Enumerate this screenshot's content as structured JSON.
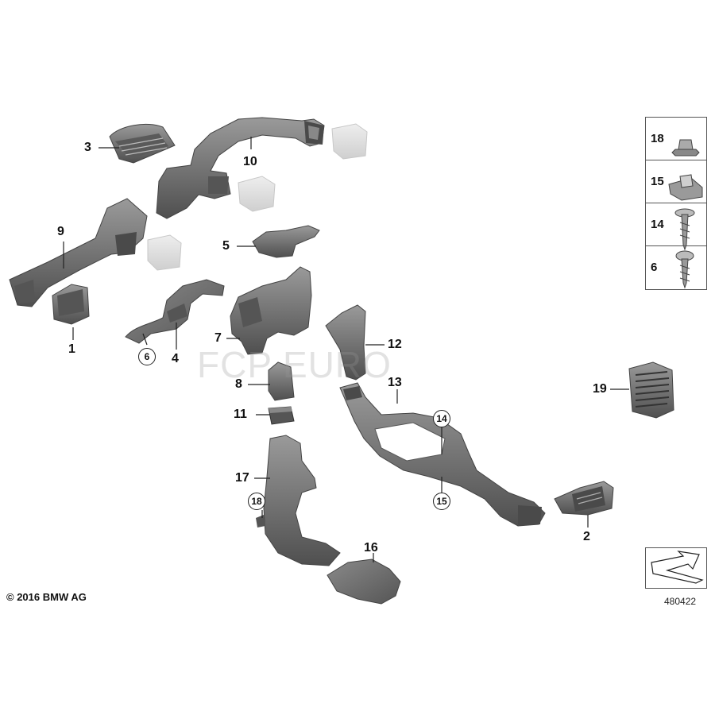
{
  "callouts": {
    "c1": "1",
    "c2": "2",
    "c3": "3",
    "c4": "4",
    "c5": "5",
    "c7": "7",
    "c8": "8",
    "c9": "9",
    "c10": "10",
    "c11": "11",
    "c12": "12",
    "c13": "13",
    "c16": "16",
    "c17": "17",
    "c19": "19"
  },
  "circled": {
    "c6": "6",
    "c14": "14",
    "c15": "15",
    "c18": "18"
  },
  "legend": [
    "18",
    "15",
    "14",
    "6"
  ],
  "copyright": "© 2016 BMW AG",
  "diagram_id": "480422",
  "watermark": "FCP EURO",
  "colors": {
    "part": "#6e6e6e",
    "part_dark": "#4a4a4a",
    "part_light": "#9a9a9a",
    "ghost": "#dcdcdc",
    "line": "#222222"
  }
}
